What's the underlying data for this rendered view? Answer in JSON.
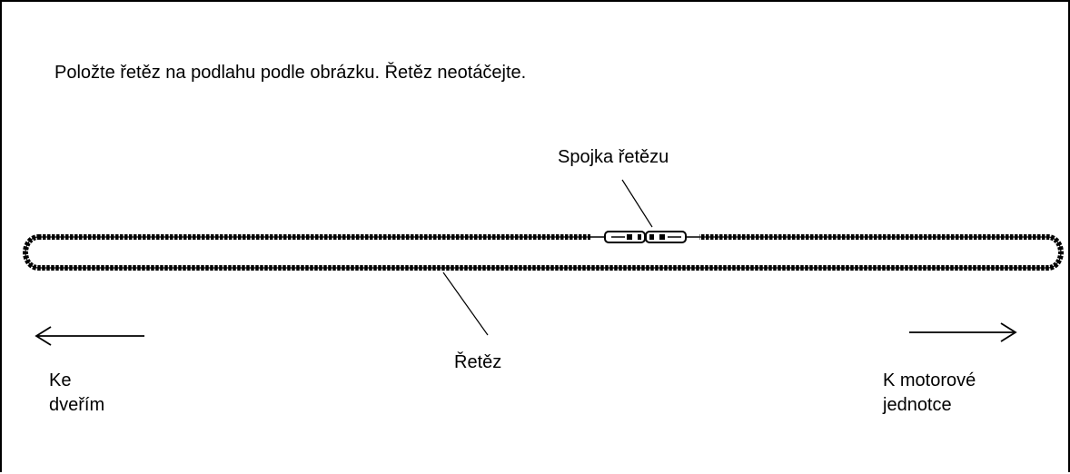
{
  "instruction": "Položte řetěz na podlahu podle obrázku. Řetěz neotáčejte.",
  "labels": {
    "coupler": "Spojka řetězu",
    "chain": "Řetěz",
    "left_line1": "Ke",
    "left_line2": "dveřím",
    "right_line1": "K motorové",
    "right_line2": "jednotce"
  },
  "icons": {
    "left_arrow": "arrow-left-icon",
    "right_arrow": "arrow-right-icon"
  },
  "colors": {
    "ink": "#000000",
    "background": "#ffffff"
  }
}
